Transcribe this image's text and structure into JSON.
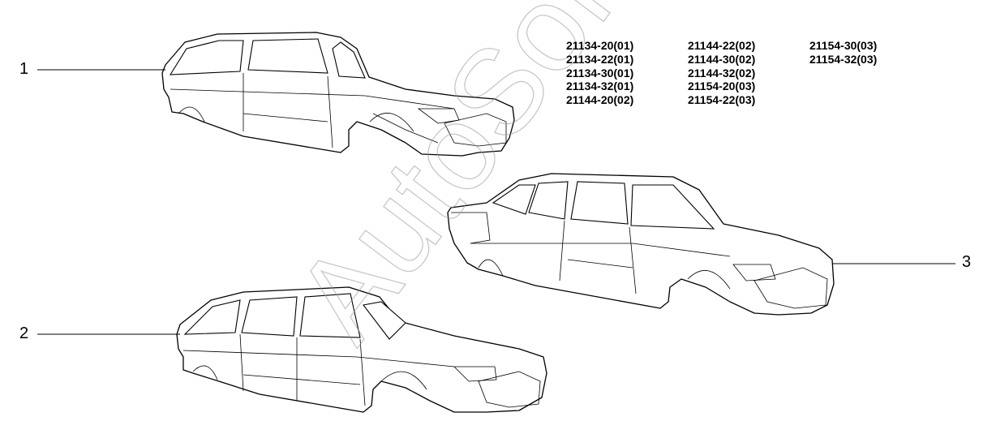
{
  "callouts": [
    "1",
    "2",
    "3"
  ],
  "model_codes": [
    [
      "21134-20(01)",
      "21134-22(01)",
      "21134-30(01)",
      "21134-32(01)",
      "21144-20(02)"
    ],
    [
      "21144-22(02)",
      "21144-30(02)",
      "21144-32(02)",
      "21154-20(03)",
      "21154-22(03)"
    ],
    [
      "21154-30(03)",
      "21154-32(03)"
    ]
  ],
  "watermark": "AutoSoft"
}
